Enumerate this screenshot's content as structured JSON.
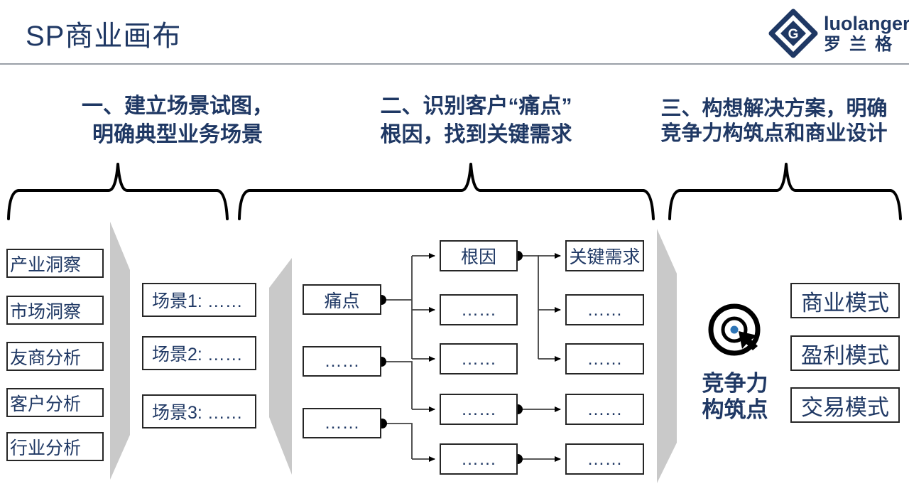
{
  "page": {
    "title": "SP商业画布"
  },
  "logo": {
    "latin": "luolanger",
    "cn": "罗兰格"
  },
  "sections": [
    {
      "line1": "一、建立场景试图，",
      "line2": "明确典型业务场景"
    },
    {
      "line1": "二、识别客户“痛点”",
      "line2": "根因，找到关键需求"
    },
    {
      "line1": "三、构想解决方案，明确",
      "line2": "竞争力构筑点和商业设计"
    }
  ],
  "insights": [
    "产业洞察",
    "市场洞察",
    "友商分析",
    "客户分析",
    "行业分析"
  ],
  "scenarios": [
    "场景1: ……",
    "场景2: ……",
    "场景3: ……"
  ],
  "flow": {
    "pain": [
      "痛点",
      "……",
      "……"
    ],
    "root": [
      "根因",
      "……",
      "……",
      "……",
      "……"
    ],
    "need": [
      "关键需求",
      "……",
      "……",
      "……",
      "……"
    ]
  },
  "solution": {
    "label_line1": "竞争力",
    "label_line2": "构筑点",
    "modes": [
      "商业模式",
      "盈利模式",
      "交易模式"
    ]
  },
  "colors": {
    "navy": "#1f3864",
    "shape_gray": "#c9c9c9",
    "line_black": "#000000",
    "icon_dot_blue": "#2e75b6"
  }
}
